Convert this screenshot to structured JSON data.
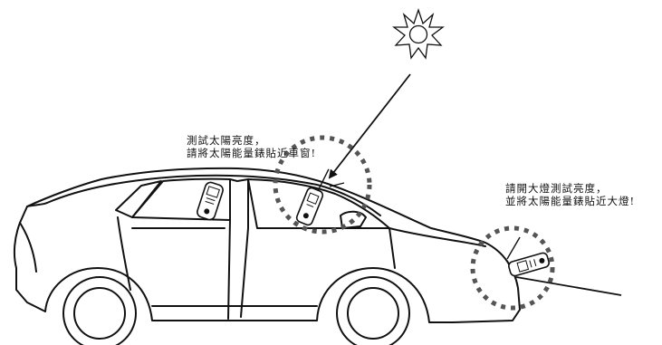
{
  "colors": {
    "line": "#111111",
    "dotted_ring": "#555555",
    "meter_body": "#ffffff",
    "background": "#ffffff"
  },
  "icons": {
    "sun": "sun-icon",
    "meter": "solar-power-meter-icon",
    "car": "car-icon"
  },
  "annotations": {
    "window": {
      "line1": "測試太陽亮度，",
      "line2": "請將太陽能量錶貼近車窗!"
    },
    "headlight": {
      "line1": "請開大燈測試亮度，",
      "line2": "並將太陽能量錶貼近大燈!"
    }
  }
}
